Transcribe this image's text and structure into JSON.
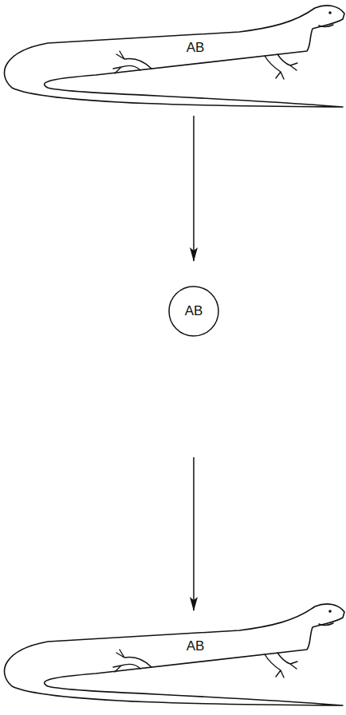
{
  "diagram": {
    "nodes": [
      {
        "text": [
          "AB"
        ]
      },
      {
        "text": [
          "AB"
        ]
      },
      {
        "text": [
          "AB"
        ]
      }
    ],
    "edges": [
      {
        "from": 0,
        "to": 1,
        "arrow": "to"
      },
      {
        "from": 1,
        "to": 2,
        "arrow": "to"
      }
    ]
  }
}
